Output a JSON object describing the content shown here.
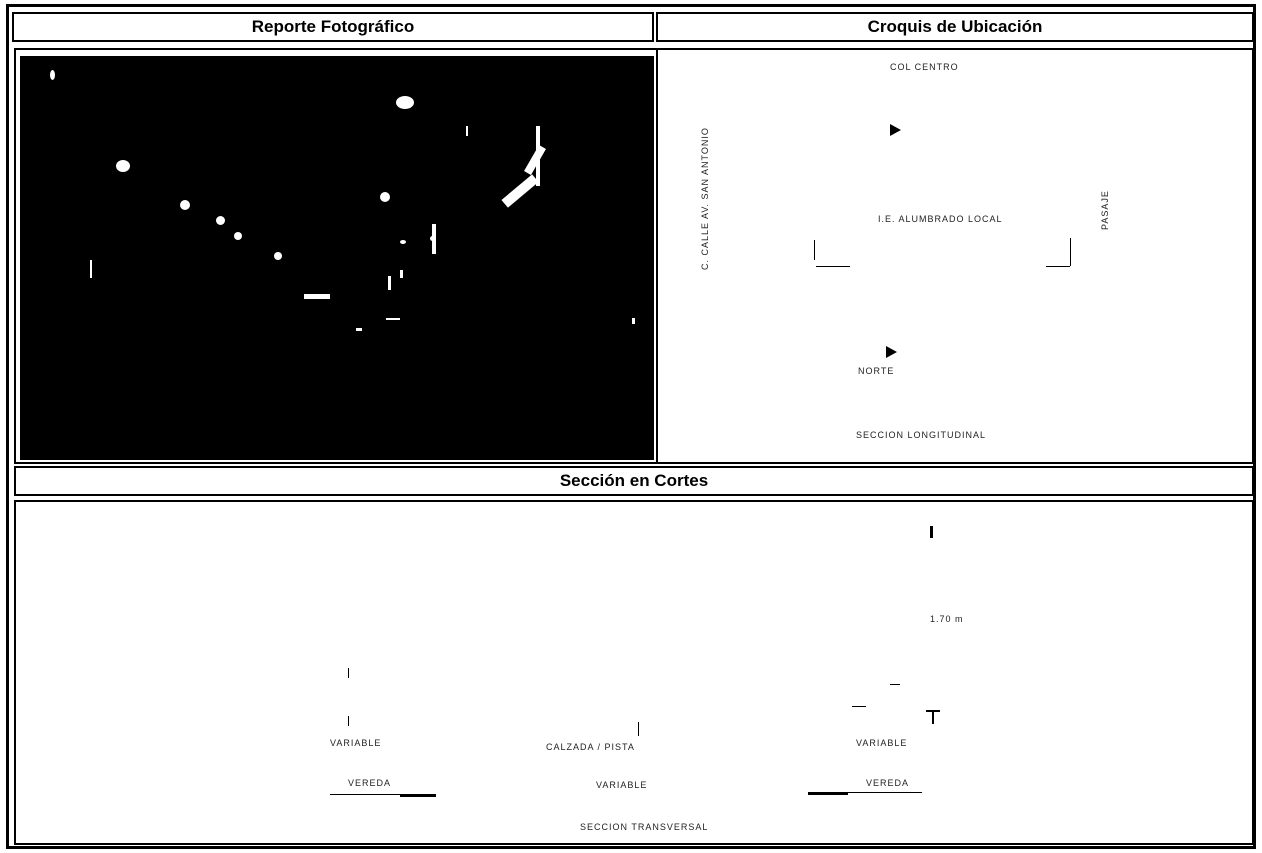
{
  "headers": {
    "photo": "Reporte Fotográfico",
    "croquis": "Croquis de Ubicación",
    "seccion": "Sección en Cortes"
  },
  "croquis": {
    "top_label": "COL CENTRO",
    "mid_label": "I.E. ALUMBRADO LOCAL",
    "left_vertical": "C. CALLE AV. SAN ANTONIO",
    "right_vertical": "PASAJE",
    "north_label": "NORTE",
    "bottom_label": "SECCION LONGITUDINAL"
  },
  "cortes": {
    "top_right_label": "1.70 m",
    "left_label_1": "VARIABLE",
    "left_label_2": "VEREDA",
    "center_label_1": "CALZADA / PISTA",
    "center_label_2": "VARIABLE",
    "right_label_1": "VARIABLE",
    "right_label_2": "VEREDA",
    "bottom_label": "SECCION TRANSVERSAL"
  }
}
